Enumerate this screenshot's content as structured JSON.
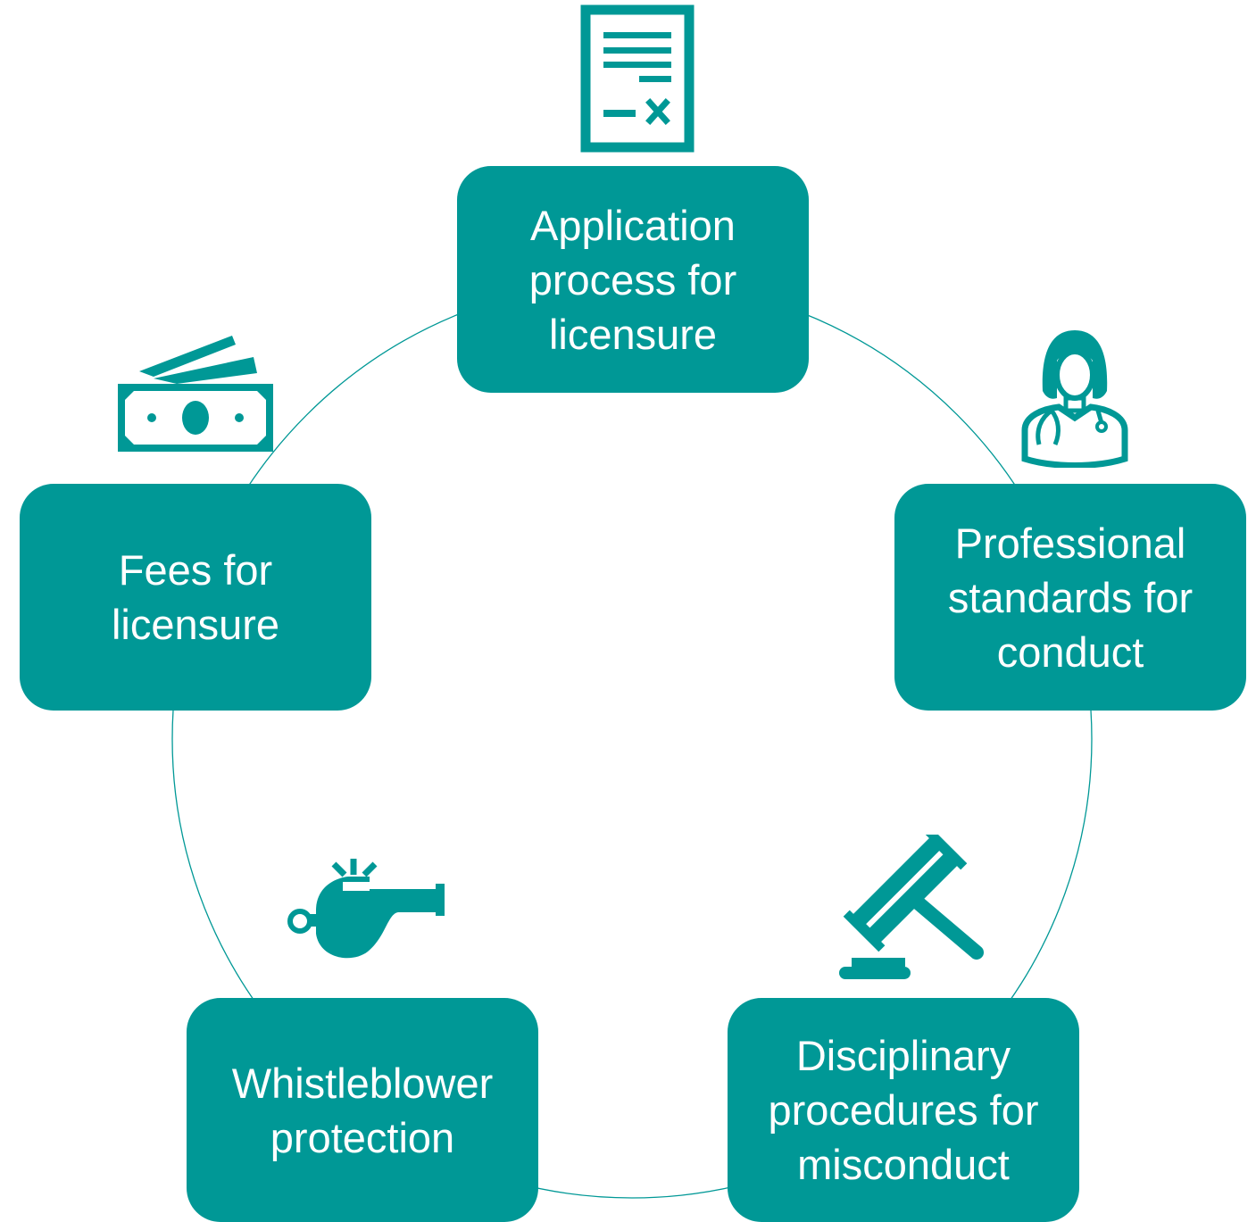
{
  "diagram": {
    "accent_color": "#009896",
    "nodes": [
      {
        "label": "Application\nprocess for\nlicensure",
        "icon": "document-icon"
      },
      {
        "label": "Professional\nstandards for\nconduct",
        "icon": "doctor-icon"
      },
      {
        "label": "Disciplinary\nprocedures for\nmisconduct",
        "icon": "gavel-icon"
      },
      {
        "label": "Whistleblower\nprotection",
        "icon": "whistle-icon"
      },
      {
        "label": "Fees for\nlicensure",
        "icon": "money-icon"
      }
    ]
  }
}
